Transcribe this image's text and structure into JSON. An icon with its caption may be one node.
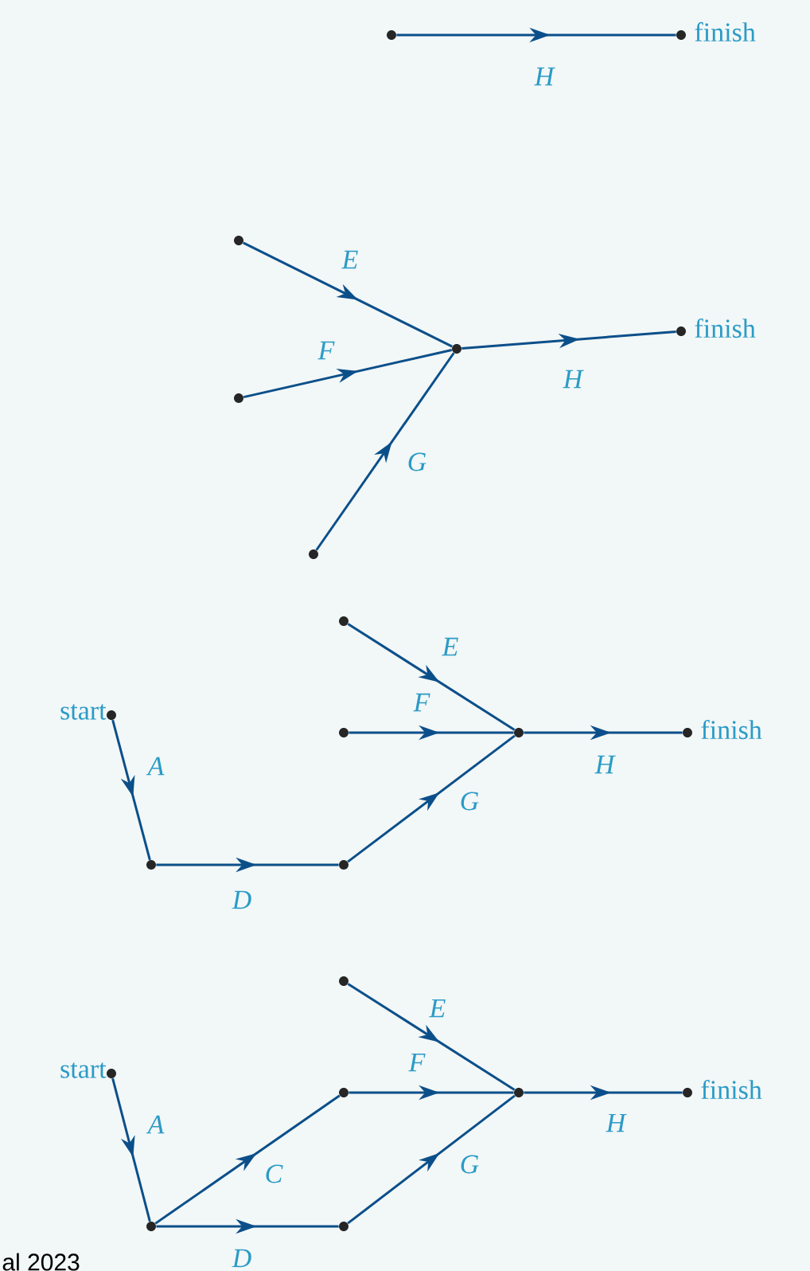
{
  "diagram": {
    "nodes": [
      {
        "text": [],
        "shape": "circle"
      },
      {
        "text": [],
        "shape": "circle",
        "beside": [
          "finish"
        ]
      },
      {
        "text": [],
        "shape": "circle"
      },
      {
        "text": [],
        "shape": "circle"
      },
      {
        "text": [],
        "shape": "circle"
      },
      {
        "text": [],
        "shape": "circle"
      },
      {
        "text": [],
        "shape": "circle",
        "beside": [
          "finish"
        ]
      },
      {
        "text": [],
        "shape": "circle",
        "beside": [
          "start"
        ]
      },
      {
        "text": [],
        "shape": "circle"
      },
      {
        "text": [],
        "shape": "circle"
      },
      {
        "text": [],
        "shape": "circle"
      },
      {
        "text": [],
        "shape": "circle"
      },
      {
        "text": [],
        "shape": "circle"
      },
      {
        "text": [],
        "shape": "circle",
        "beside": [
          "finish"
        ]
      },
      {
        "text": [],
        "shape": "circle",
        "beside": [
          "start"
        ]
      },
      {
        "text": [],
        "shape": "circle"
      },
      {
        "text": [],
        "shape": "circle"
      },
      {
        "text": [],
        "shape": "circle"
      },
      {
        "text": [],
        "shape": "circle"
      },
      {
        "text": [],
        "shape": "circle"
      },
      {
        "text": [],
        "shape": "circle",
        "beside": [
          "finish"
        ]
      }
    ],
    "edges": [
      {
        "from": 0,
        "to": 1,
        "arrow": "to",
        "label": "H"
      },
      {
        "from": 2,
        "to": 5,
        "arrow": "to",
        "label": "E"
      },
      {
        "from": 3,
        "to": 5,
        "arrow": "to",
        "label": "F"
      },
      {
        "from": 4,
        "to": 5,
        "arrow": "to",
        "label": "G"
      },
      {
        "from": 5,
        "to": 6,
        "arrow": "to",
        "label": "H"
      },
      {
        "from": 7,
        "to": 8,
        "arrow": "to",
        "label": "A"
      },
      {
        "from": 8,
        "to": 9,
        "arrow": "to",
        "label": "D"
      },
      {
        "from": 10,
        "to": 12,
        "arrow": "to",
        "label": "E"
      },
      {
        "from": 11,
        "to": 12,
        "arrow": "to",
        "label": "F"
      },
      {
        "from": 9,
        "to": 12,
        "arrow": "to",
        "label": "G"
      },
      {
        "from": 12,
        "to": 13,
        "arrow": "to",
        "label": "H"
      },
      {
        "from": 14,
        "to": 15,
        "arrow": "to",
        "label": "A"
      },
      {
        "from": 15,
        "to": 17,
        "arrow": "to",
        "label": "C"
      },
      {
        "from": 15,
        "to": 16,
        "arrow": "to",
        "label": "D"
      },
      {
        "from": 18,
        "to": 19,
        "arrow": "to",
        "label": "E"
      },
      {
        "from": 17,
        "to": 19,
        "arrow": "to",
        "label": "F"
      },
      {
        "from": 16,
        "to": 19,
        "arrow": "to",
        "label": "G"
      },
      {
        "from": 19,
        "to": 20,
        "arrow": "to",
        "label": "H"
      }
    ],
    "labels": [
      "al 2023"
    ]
  }
}
